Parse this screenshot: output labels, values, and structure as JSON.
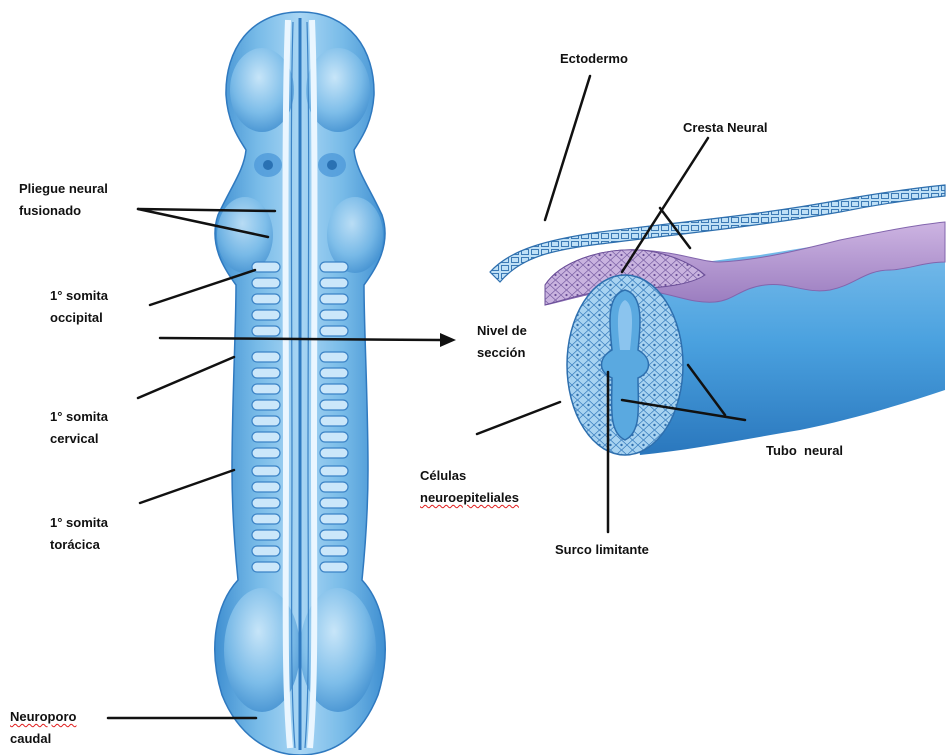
{
  "labels": {
    "pliegue_neural": [
      "Pliegue neural",
      "fusionado"
    ],
    "somita_occipital": [
      "1° somita",
      "occipital"
    ],
    "somita_cervical": [
      "1° somita",
      "cervical"
    ],
    "somita_toracica": [
      "1° somita",
      "torácica"
    ],
    "neuroporo": [
      "Neuroporo",
      "caudal"
    ],
    "nivel_seccion": [
      "Nivel de",
      "sección"
    ],
    "ectodermo": "Ectodermo",
    "cresta_neural": "Cresta Neural",
    "tubo_neural": "Tubo  neural",
    "celulas": [
      "Células",
      "neuroepiteliales"
    ],
    "surco": "Surco limitante"
  },
  "colors": {
    "embryo_blue": "#5aa9e0",
    "embryo_light": "#b9ddf6",
    "embryo_dark": "#2f79bf",
    "crest_purple": "#b497cf",
    "ectoderm_blue": "#8fc3e8",
    "label_text": "#111111",
    "spellcheck_underline": "#e01b1b"
  }
}
